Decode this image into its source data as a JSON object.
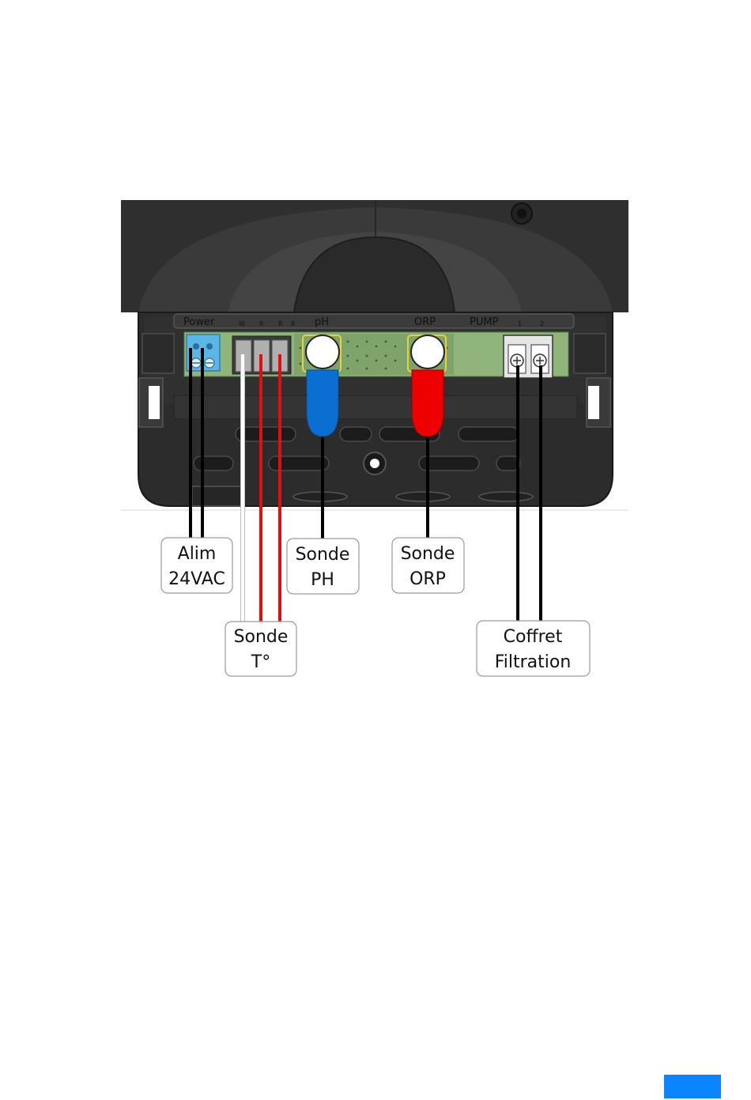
{
  "connector_labels": {
    "power": "Power",
    "temp_pins": [
      "W",
      "R",
      "R",
      "8"
    ],
    "ph": "pH",
    "orp": "ORP",
    "pump": "PUMP",
    "pump_pins": [
      "1",
      "2"
    ]
  },
  "callouts": {
    "alim": [
      "Alim",
      "24VAC"
    ],
    "sonde_ph": [
      "Sonde",
      "PH"
    ],
    "sonde_orp": [
      "Sonde",
      "ORP"
    ],
    "sonde_temp": [
      "Sonde",
      "T°"
    ],
    "coffret": [
      "Coffret",
      "Filtration"
    ]
  },
  "colors": {
    "housing": "#2b2b2b",
    "pcb": "#8fb57a",
    "terminal_blue": "#59b6e6",
    "probe_ph": "#0a6fd0",
    "probe_orp": "#ee0000",
    "wire_red": "#e01010",
    "wire_black": "#000000",
    "page_tab": "#0a84ff"
  },
  "icons": [
    "screw-icon",
    "mounting-hole-icon"
  ]
}
